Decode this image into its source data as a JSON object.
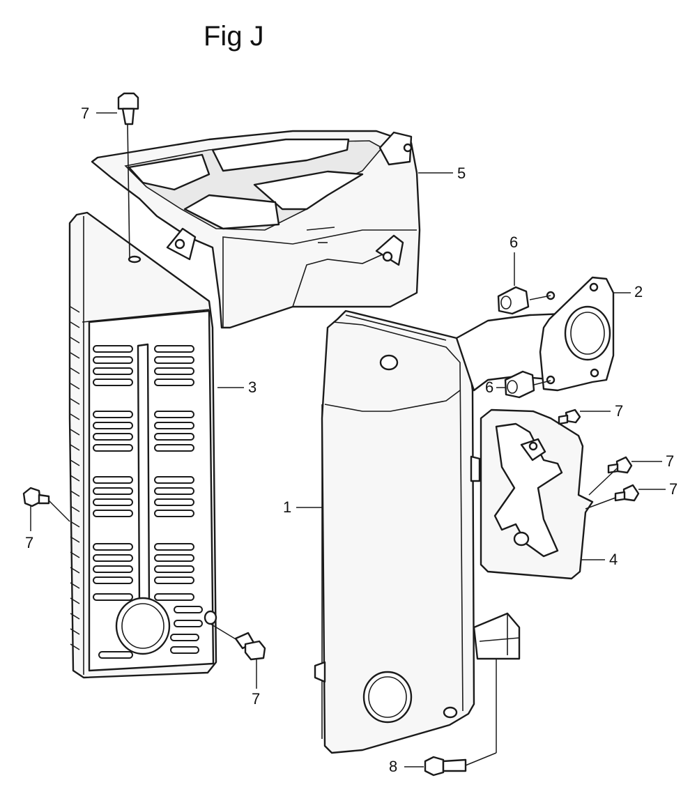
{
  "figure": {
    "title": "Fig J"
  },
  "callouts": [
    {
      "id": "c7a",
      "text": "7"
    },
    {
      "id": "c5",
      "text": "5"
    },
    {
      "id": "c6a",
      "text": "6"
    },
    {
      "id": "c2",
      "text": "2"
    },
    {
      "id": "c3",
      "text": "3"
    },
    {
      "id": "c6b",
      "text": "6"
    },
    {
      "id": "c7b",
      "text": "7"
    },
    {
      "id": "c7c",
      "text": "7"
    },
    {
      "id": "c7d",
      "text": "7"
    },
    {
      "id": "c1",
      "text": "1"
    },
    {
      "id": "c7e",
      "text": "7"
    },
    {
      "id": "c4",
      "text": "4"
    },
    {
      "id": "c7f",
      "text": "7"
    },
    {
      "id": "c8",
      "text": "8"
    }
  ]
}
